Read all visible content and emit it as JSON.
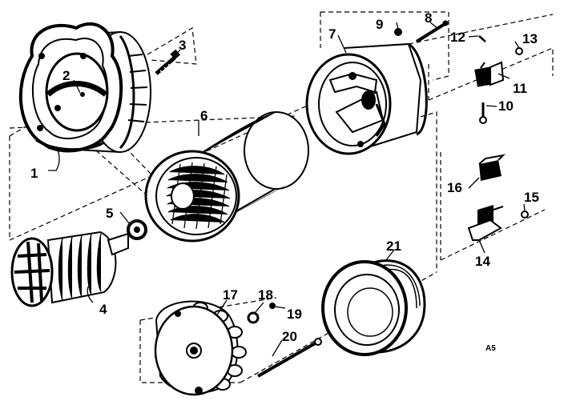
{
  "diagram": {
    "callouts": {
      "p1": "1",
      "p2": "2",
      "p3": "3",
      "p4": "4",
      "p5": "5",
      "p6": "6",
      "p7": "7",
      "p8": "8",
      "p9": "9",
      "p10": "10",
      "p11": "11",
      "p12": "12",
      "p13": "13",
      "p14": "14",
      "p15": "15",
      "p16": "16",
      "p17": "17",
      "p18": "18",
      "p19": "19",
      "p20": "20",
      "p21": "21"
    },
    "corner_code": "A5"
  }
}
